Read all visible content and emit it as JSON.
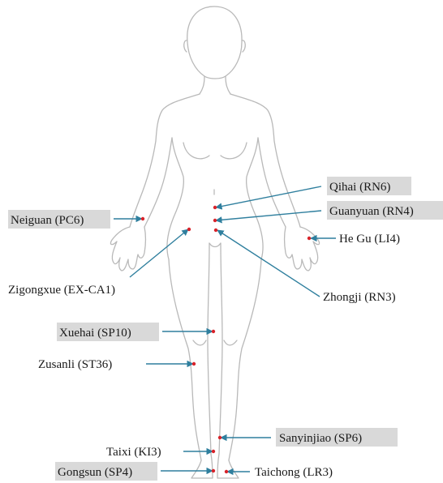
{
  "labels": {
    "qihai": "Qihai (RN6)",
    "guanyuan": "Guanyuan (RN4)",
    "hegu": "He Gu (LI4)",
    "zhongji": "Zhongji (RN3)",
    "neiguan": "Neiguan (PC6)",
    "zigongxue": "Zigongxue (EX-CA1)",
    "xuehai": "Xuehai (SP10)",
    "zusanli": "Zusanli (ST36)",
    "sanyinjiao": "Sanyinjiao (SP6)",
    "taixi": "Taixi (KI3)",
    "gongsun": "Gongsun (SP4)",
    "taichong": "Taichong (LR3)"
  },
  "colors": {
    "leader": "#2f7f9e",
    "point": "#d8232a",
    "highlight": "#d9d9d9",
    "outline": "#b9b9b9"
  }
}
